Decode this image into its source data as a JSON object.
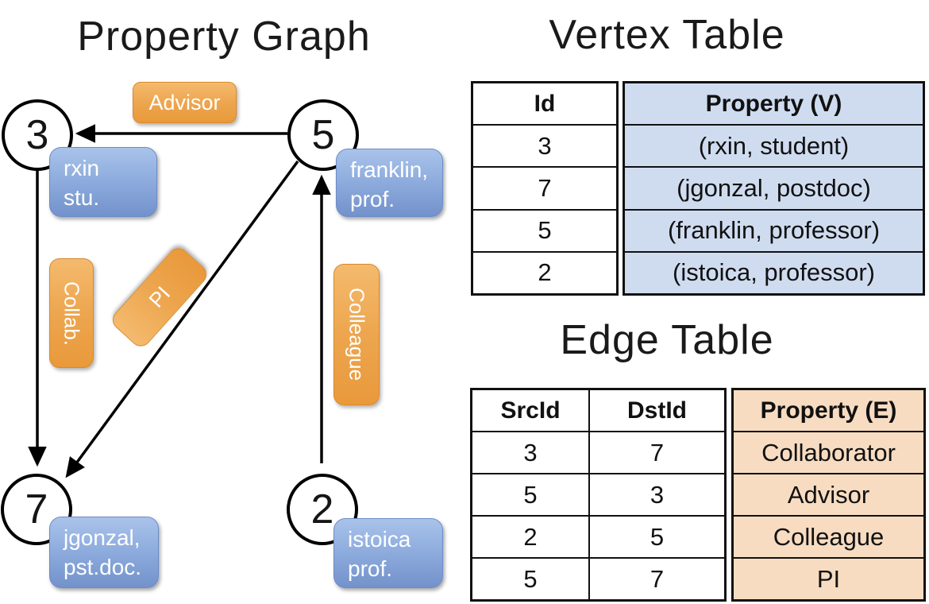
{
  "graph": {
    "title": "Property Graph",
    "nodes": [
      {
        "id": "3",
        "label_line1": "rxin",
        "label_line2": "stu."
      },
      {
        "id": "5",
        "label_line1": "franklin,",
        "label_line2": "prof."
      },
      {
        "id": "7",
        "label_line1": "jgonzal,",
        "label_line2": "pst.doc."
      },
      {
        "id": "2",
        "label_line1": "istoica",
        "label_line2": "prof."
      }
    ],
    "edges": [
      {
        "label": "Advisor",
        "src": "5",
        "dst": "3"
      },
      {
        "label": "Collab.",
        "src": "3",
        "dst": "7"
      },
      {
        "label": "PI",
        "src": "5",
        "dst": "7"
      },
      {
        "label": "Colleague",
        "src": "2",
        "dst": "5"
      }
    ]
  },
  "vertex_table": {
    "title": "Vertex Table",
    "headers": {
      "id": "Id",
      "property": "Property (V)"
    },
    "rows": [
      {
        "id": "3",
        "property": "(rxin, student)"
      },
      {
        "id": "7",
        "property": "(jgonzal, postdoc)"
      },
      {
        "id": "5",
        "property": "(franklin, professor)"
      },
      {
        "id": "2",
        "property": "(istoica, professor)"
      }
    ]
  },
  "edge_table": {
    "title": "Edge Table",
    "headers": {
      "src": "SrcId",
      "dst": "DstId",
      "property": "Property (E)"
    },
    "rows": [
      {
        "src": "3",
        "dst": "7",
        "property": "Collaborator"
      },
      {
        "src": "5",
        "dst": "3",
        "property": "Advisor"
      },
      {
        "src": "2",
        "dst": "5",
        "property": "Colleague"
      },
      {
        "src": "5",
        "dst": "7",
        "property": "PI"
      }
    ]
  },
  "colors": {
    "edge_label_fill_top": "#f4ba6e",
    "edge_label_fill_bottom": "#e9993b",
    "node_label_fill_top": "#a9c3ea",
    "node_label_fill_bottom": "#7392cb",
    "vertex_property_fill": "#cfdcf0",
    "edge_property_fill": "#f7dcc1",
    "line_color": "#000000",
    "text_on_boxes": "#ffffff"
  }
}
